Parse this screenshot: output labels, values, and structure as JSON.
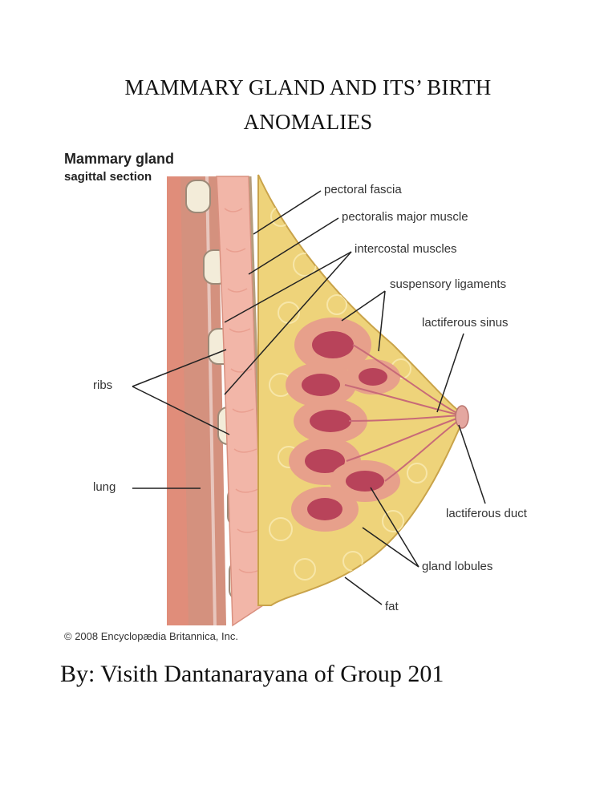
{
  "document": {
    "title_line1": "MAMMARY GLAND AND ITS’ BIRTH",
    "title_line2": "ANOMALIES",
    "byline": "By: Visith Dantanarayana of Group 201"
  },
  "figure": {
    "title": "Mammary gland",
    "subtitle": "sagittal section",
    "copyright": "© 2008 Encyclopædia Britannica, Inc.",
    "labels": {
      "pectoral_fascia": "pectoral fascia",
      "pectoralis_major_muscle": "pectoralis major muscle",
      "intercostal_muscles": "intercostal muscles",
      "suspensory_ligaments": "suspensory ligaments",
      "lactiferous_sinus": "lactiferous sinus",
      "ribs": "ribs",
      "lung": "lung",
      "lactiferous_duct": "lactiferous duct",
      "gland_lobules": "gland lobules",
      "fat": "fat"
    },
    "colors": {
      "lung": "#e08d7a",
      "muscle_band": "#d4917e",
      "rib": "#f3ecd9",
      "pectoral_muscle": "#f2b6a8",
      "fat": "#eed37a",
      "lobule": "#e7a08b",
      "lobule_core": "#b8435a"
    }
  }
}
